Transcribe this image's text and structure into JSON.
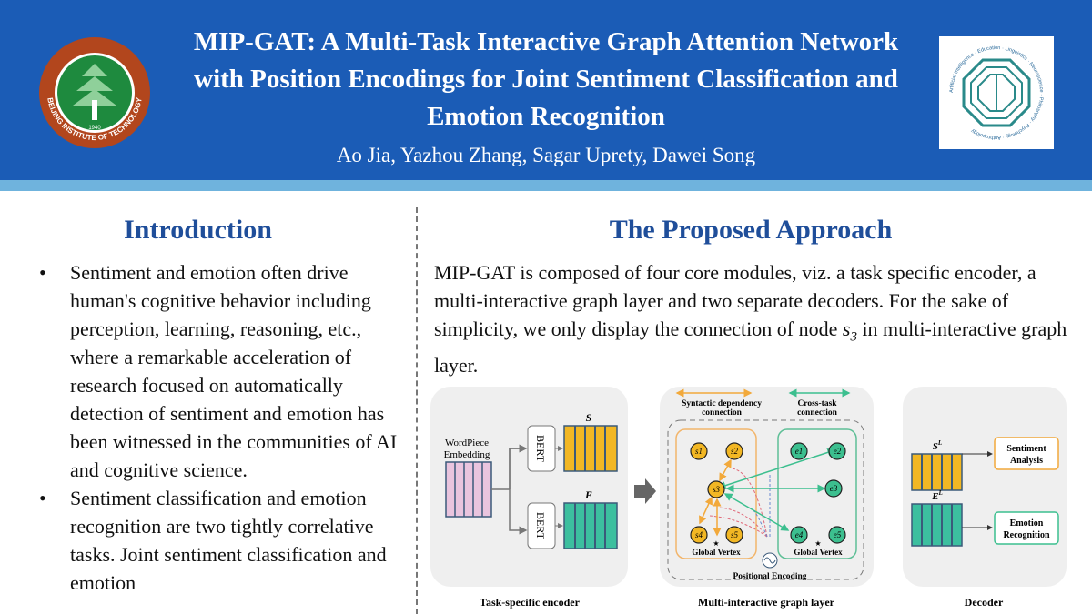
{
  "header": {
    "title": "MIP-GAT: A Multi-Task Interactive Graph Attention Network with Position Encodings for Joint Sentiment Classification and Emotion Recognition",
    "authors": "Ao Jia, Yazhou Zhang, Sagar Uprety, Dawei Song",
    "left_logo_text": "BEIJING INSTITUTE OF TECHNOLOGY",
    "left_logo_year": "1940",
    "right_logo_words": "Artificial Intelligence · Education · Linguistics · Neuroscience · Philosophy · Psychology · Anthropology"
  },
  "introduction": {
    "heading": "Introduction",
    "bullets": [
      "Sentiment and emotion often drive human's cognitive behavior including perception, learning, reasoning, etc., where a remarkable acceleration of research focused on automatically detection of sentiment and emotion has been witnessed in the communities of AI and cognitive science.",
      "Sentiment classification and emotion recognition are two tightly correlative tasks. Joint sentiment classification and emotion"
    ]
  },
  "approach": {
    "heading": "The Proposed Approach",
    "paragraph_main": "MIP-GAT is composed of four core modules, viz. a task specific encoder, a multi-interactive graph layer and two separate decoders. For the sake of simplicity, we only display the connection of node ",
    "paragraph_node": "s",
    "paragraph_sub": "3",
    "paragraph_end": " in multi-interactive graph layer."
  },
  "diagram": {
    "encoder": {
      "embedding_1": "WordPiece",
      "embedding_2": "Embedding",
      "bert": "BERT",
      "s": "S",
      "e": "E",
      "caption": "Task-specific encoder"
    },
    "graph": {
      "legend_syntactic_1": "Syntactic dependency",
      "legend_syntactic_2": "connection",
      "legend_cross_1": "Cross-task",
      "legend_cross_2": "connection",
      "s_nodes": [
        "s1",
        "s2",
        "s3",
        "s4",
        "s5"
      ],
      "e_nodes": [
        "e1",
        "e2",
        "e3",
        "e4",
        "e5"
      ],
      "global_vertex": "Global Vertex",
      "positional_encoding": "Positional Encoding",
      "caption": "Multi-interactive graph layer"
    },
    "decoder": {
      "sl": "S",
      "el": "E",
      "sup": "L",
      "sentiment_1": "Sentiment",
      "sentiment_2": "Analysis",
      "emotion_1": "Emotion",
      "emotion_2": "Recognition",
      "caption": "Decoder"
    }
  },
  "colors": {
    "banner": "#1b5cb6",
    "heading": "#1f4e9a",
    "sentiment": "#f2b724",
    "emotion": "#3cbf8f"
  }
}
